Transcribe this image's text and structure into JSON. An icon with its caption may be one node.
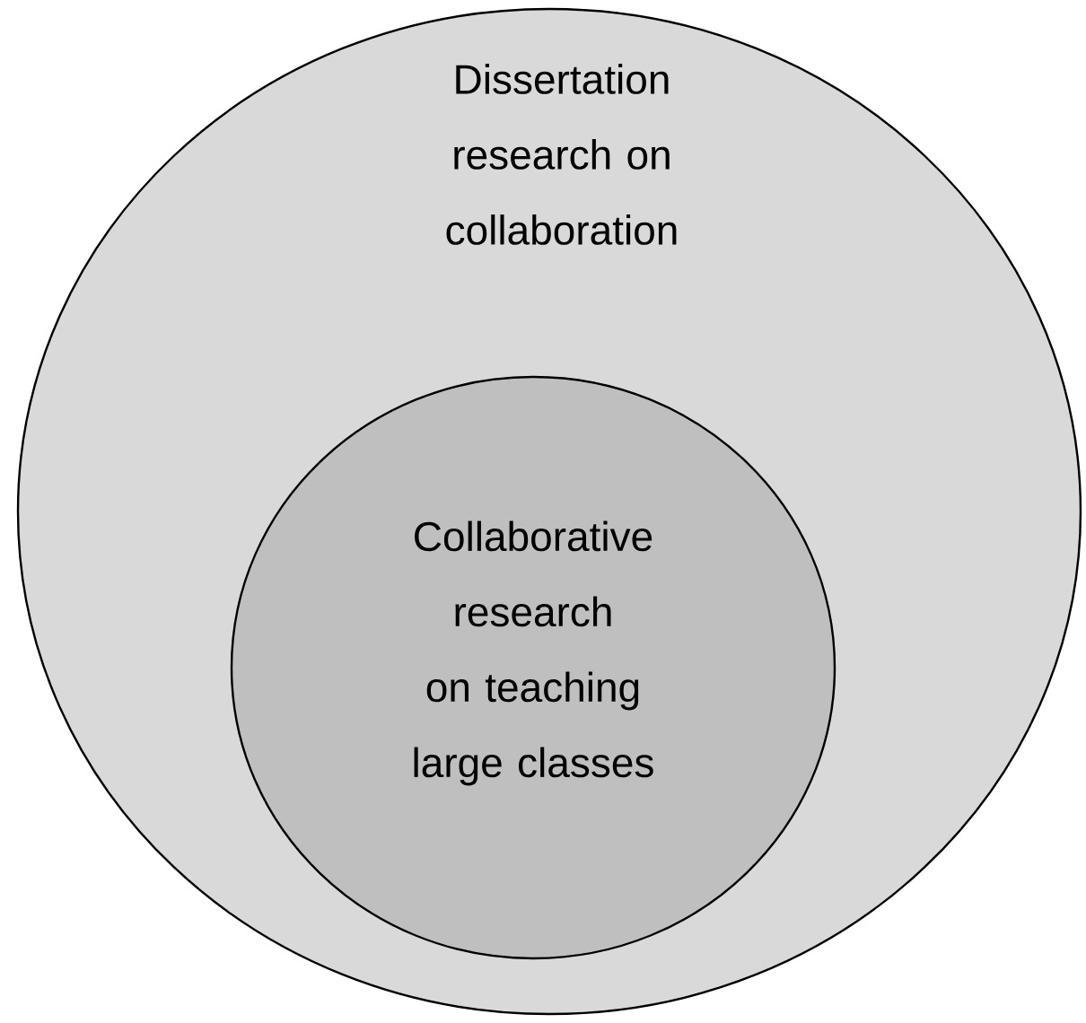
{
  "diagram": {
    "nodes": [
      {
        "text": [
          "Dissertation research on collaboration"
        ]
      },
      {
        "text": [
          "Collaborative research on teaching large classes"
        ],
        "in": 0
      }
    ]
  }
}
